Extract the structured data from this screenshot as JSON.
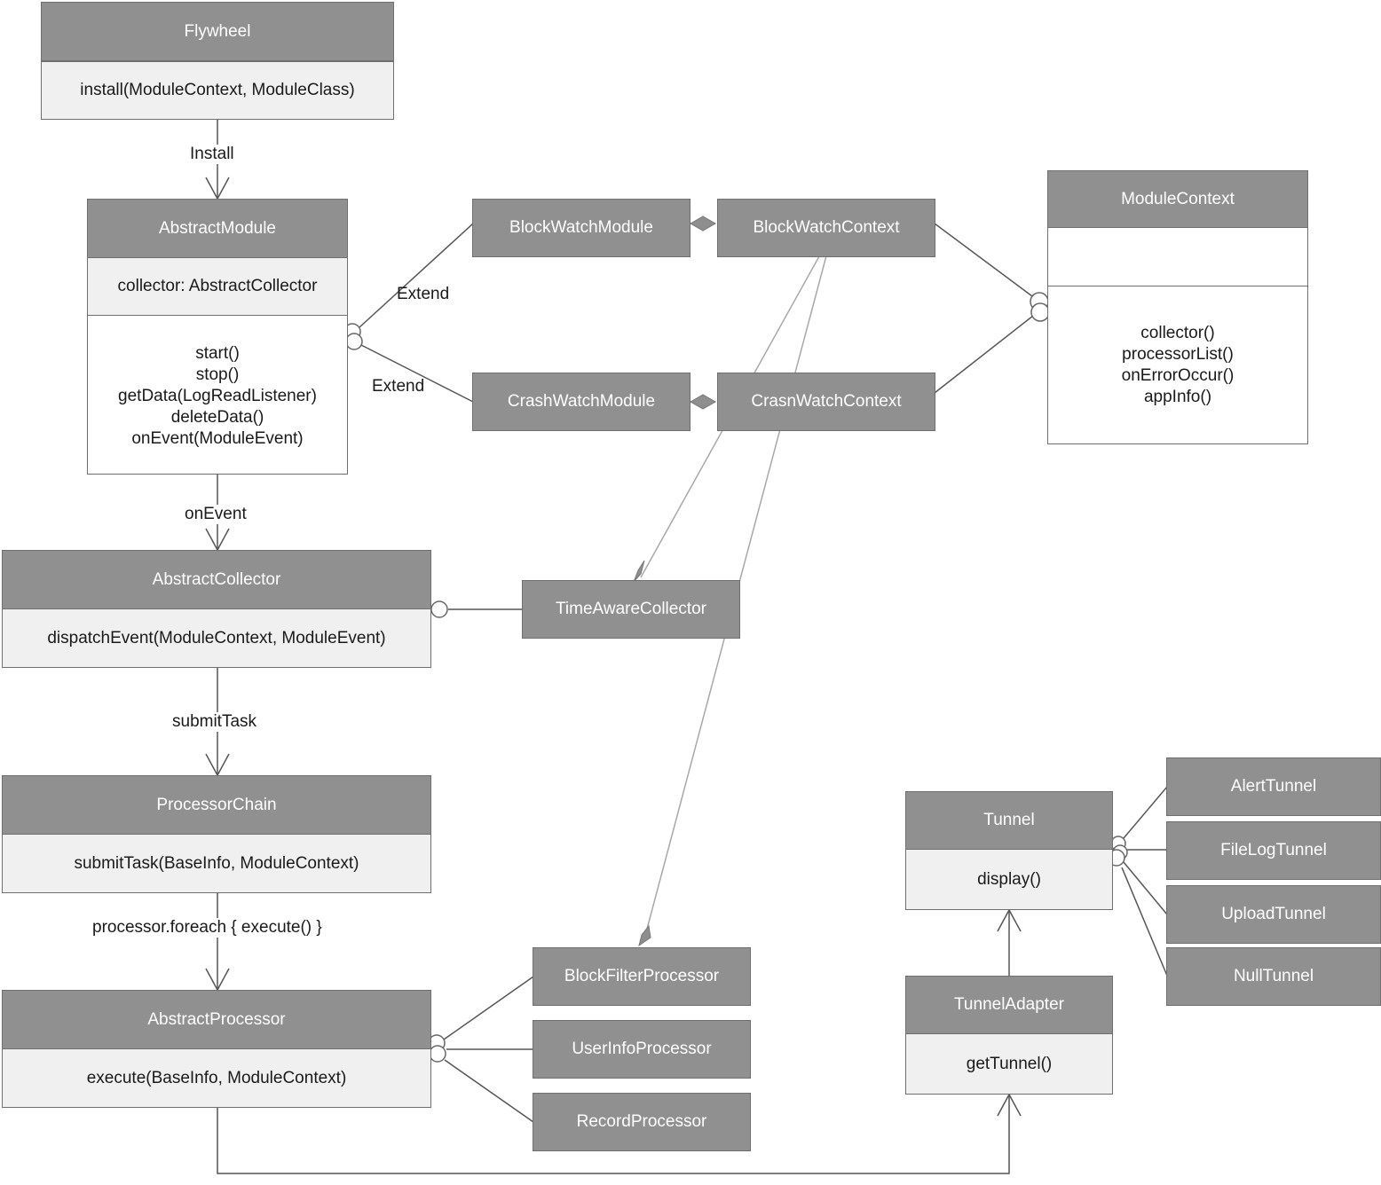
{
  "classes": {
    "flywheel": {
      "name": "Flywheel",
      "methods": [
        "install(ModuleContext, ModuleClass)"
      ]
    },
    "abstract_module": {
      "name": "AbstractModule",
      "fields": [
        "collector: AbstractCollector"
      ],
      "methods": [
        "start()",
        "stop()",
        "getData(LogReadListener)",
        "deleteData()",
        "onEvent(ModuleEvent)"
      ]
    },
    "abstract_collector": {
      "name": "AbstractCollector",
      "methods": [
        "dispatchEvent(ModuleContext, ModuleEvent)"
      ]
    },
    "processor_chain": {
      "name": "ProcessorChain",
      "methods": [
        "submitTask(BaseInfo, ModuleContext)"
      ]
    },
    "abstract_processor": {
      "name": "AbstractProcessor",
      "methods": [
        "execute(BaseInfo, ModuleContext)"
      ]
    },
    "module_context": {
      "name": "ModuleContext",
      "methods": [
        "collector()",
        "processorList()",
        "onErrorOccur()",
        "appInfo()"
      ]
    },
    "tunnel": {
      "name": "Tunnel",
      "methods": [
        "display()"
      ]
    },
    "tunnel_adapter": {
      "name": "TunnelAdapter",
      "methods": [
        "getTunnel()"
      ]
    }
  },
  "simple_classes": {
    "block_watch_module": "BlockWatchModule",
    "crash_watch_module": "CrashWatchModule",
    "block_watch_context": "BlockWatchContext",
    "crash_watch_context": "CrasnWatchContext",
    "time_aware_collector": "TimeAwareCollector",
    "block_filter_processor": "BlockFilterProcessor",
    "user_info_processor": "UserInfoProcessor",
    "record_processor": "RecordProcessor",
    "alert_tunnel": "AlertTunnel",
    "file_log_tunnel": "FileLogTunnel",
    "upload_tunnel": "UploadTunnel",
    "null_tunnel": "NullTunnel"
  },
  "edge_labels": {
    "install": "Install",
    "extend_block": "Extend",
    "extend_crash": "Extend",
    "on_event": "onEvent",
    "submit_task": "submitTask",
    "processor_foreach": "processor.foreach { execute() }"
  },
  "colors": {
    "header_fill": "#909090",
    "body_fill": "#f0f0f0",
    "border": "#6f6f6f",
    "line": "#555555",
    "light_line": "#a8a8a8"
  }
}
